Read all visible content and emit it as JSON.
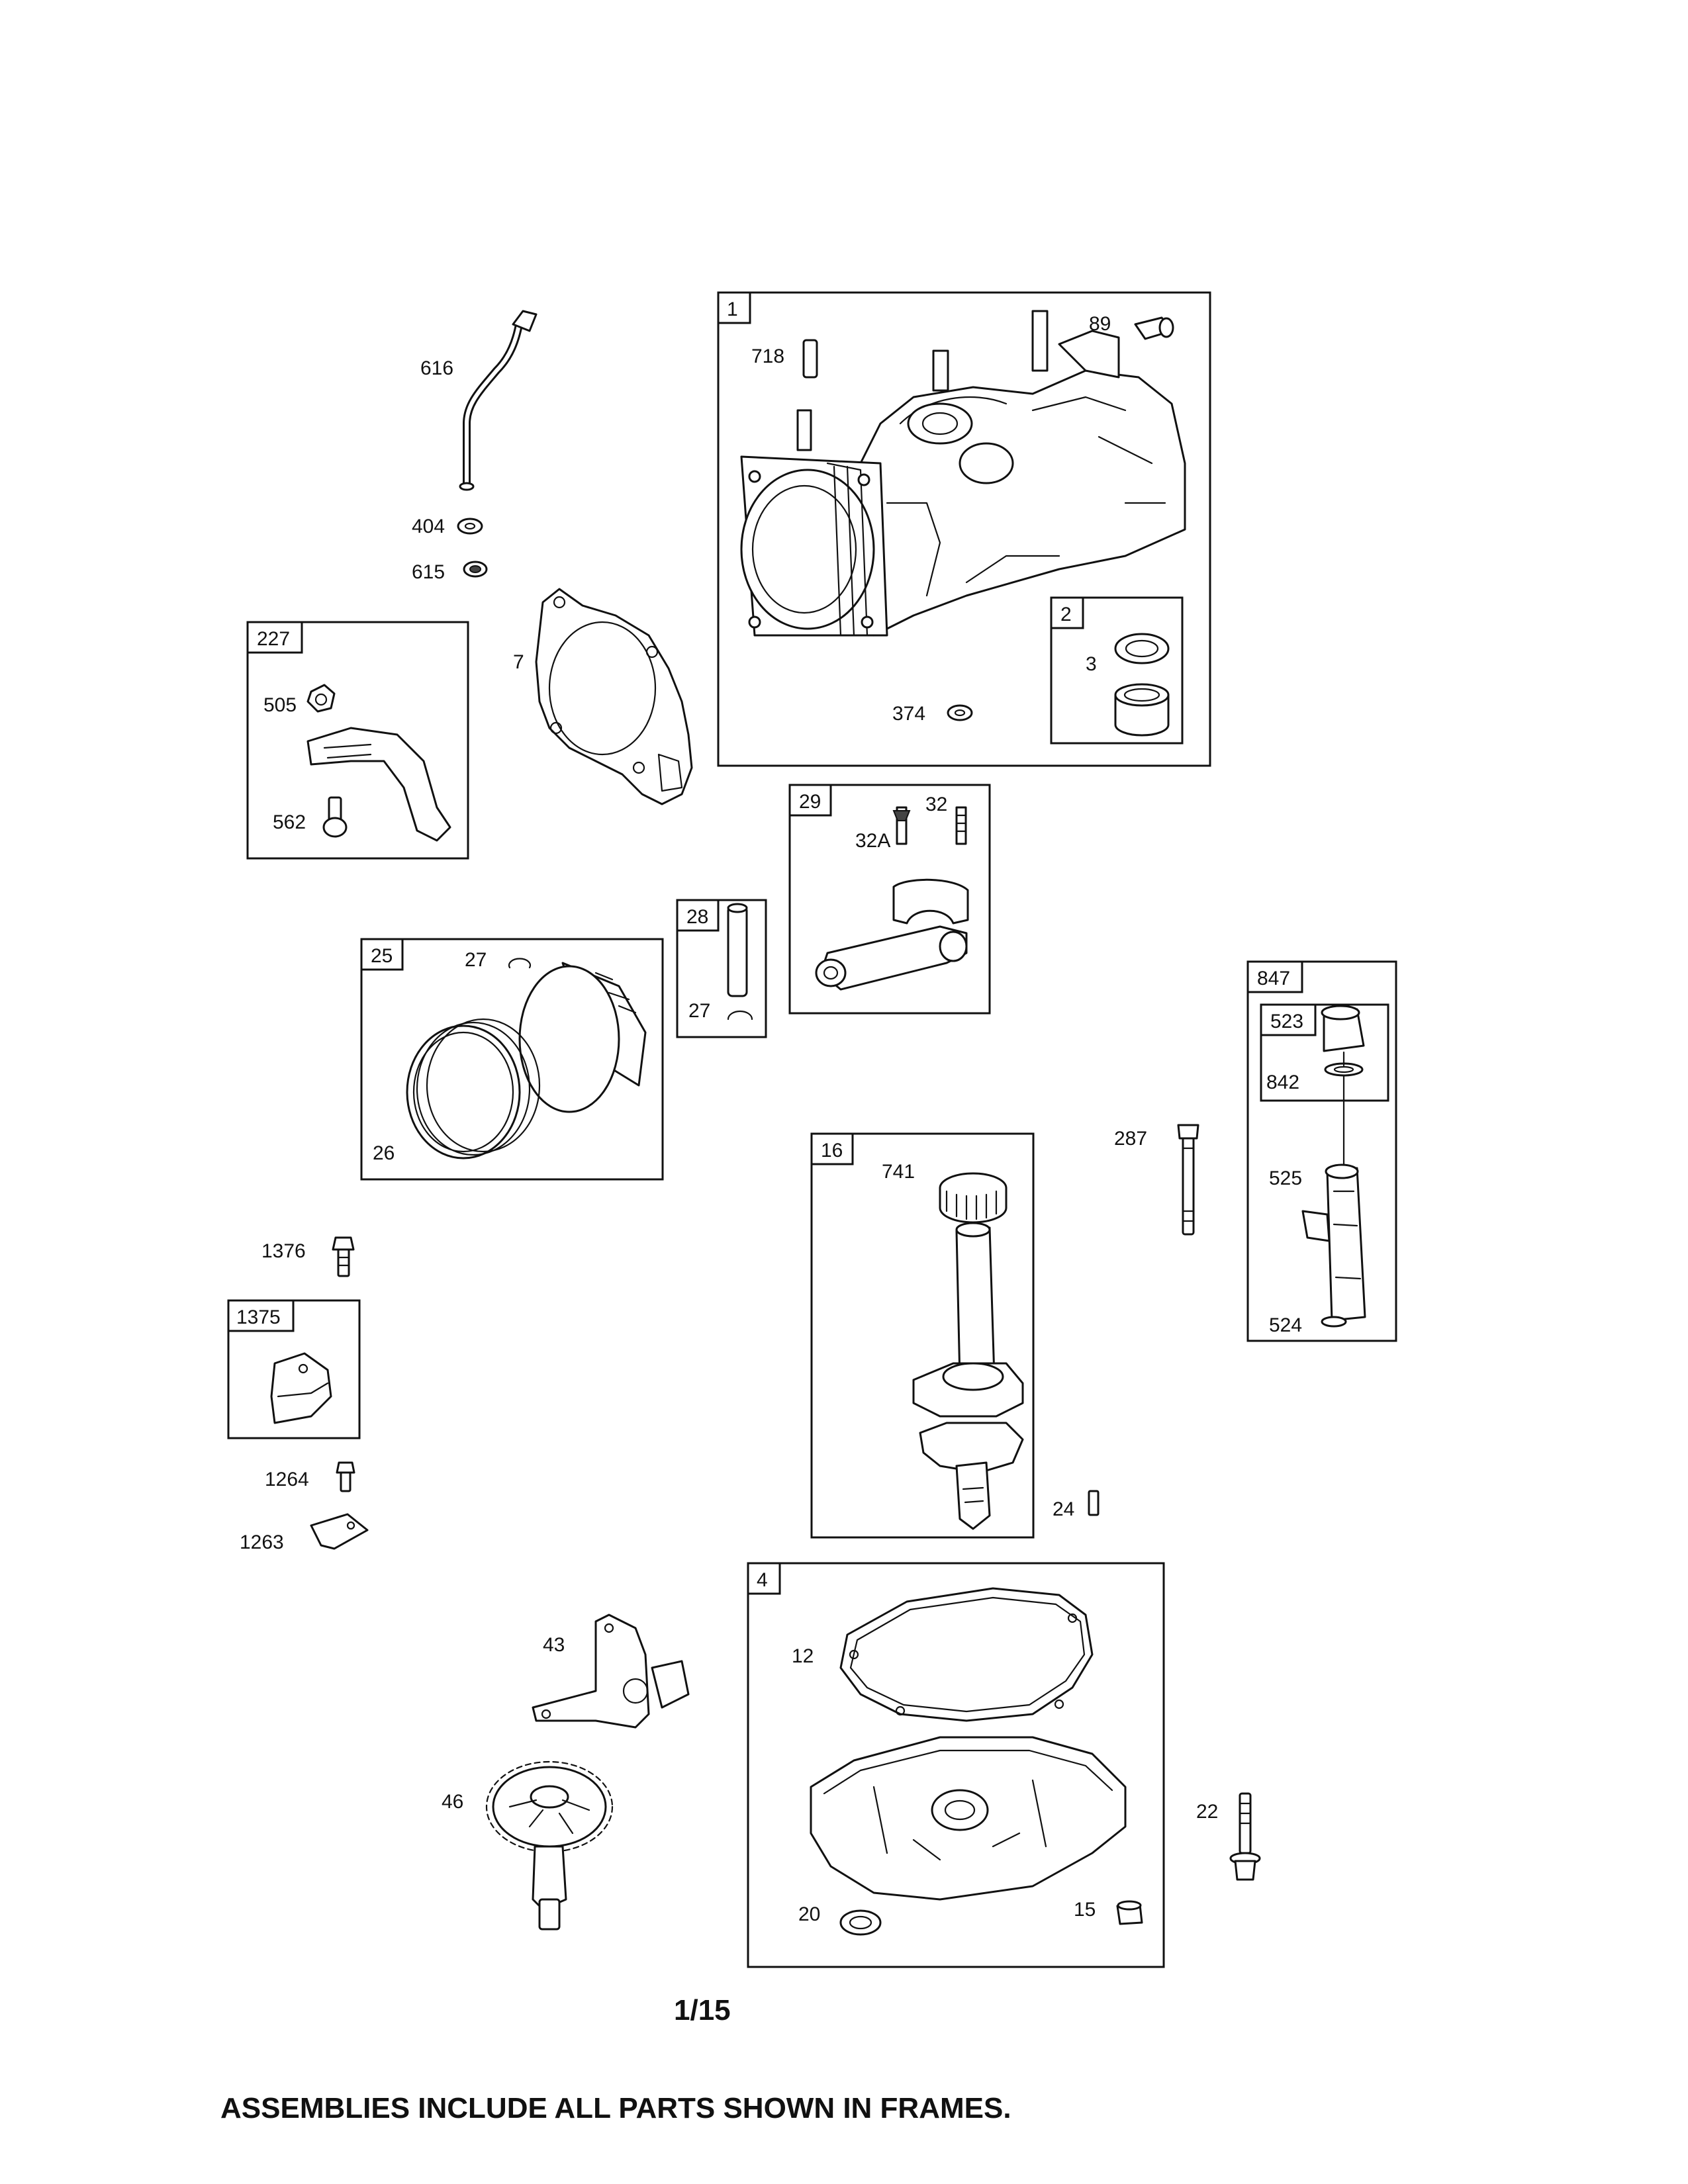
{
  "frames": [
    {
      "tag": "1",
      "contents": [
        "718",
        "89",
        "374"
      ]
    },
    {
      "tag": "2",
      "contents": [
        "3"
      ]
    },
    {
      "tag": "227",
      "contents": [
        "505",
        "562"
      ]
    },
    {
      "tag": "29",
      "contents": [
        "32A",
        "32"
      ]
    },
    {
      "tag": "28",
      "contents": [
        "27"
      ]
    },
    {
      "tag": "25",
      "contents": [
        "27",
        "26"
      ]
    },
    {
      "tag": "847",
      "contents": [
        "525",
        "524"
      ]
    },
    {
      "tag": "523",
      "contents": [
        "842"
      ]
    },
    {
      "tag": "16",
      "contents": [
        "741",
        "24"
      ]
    },
    {
      "tag": "1375",
      "contents": []
    },
    {
      "tag": "4",
      "contents": [
        "12",
        "20",
        "15"
      ]
    }
  ],
  "loose_parts": [
    "616",
    "404",
    "615",
    "7",
    "287",
    "1376",
    "1264",
    "1263",
    "43",
    "46",
    "22"
  ],
  "page_number": "1/15",
  "footer_note": "ASSEMBLIES INCLUDE ALL PARTS SHOWN IN FRAMES."
}
